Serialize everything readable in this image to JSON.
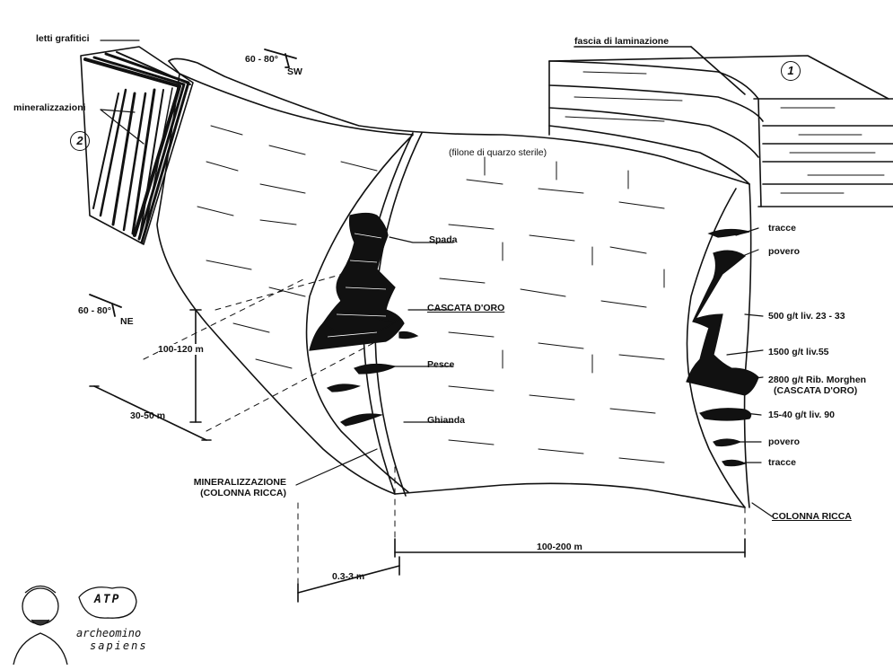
{
  "labels": {
    "letti_grafitici": "letti grafitici",
    "mineralizzazioni": "mineralizzazioni",
    "dip_sw_angle": "60 - 80°",
    "dip_sw_dir": "SW",
    "dip_ne_angle": "60 - 80°",
    "dip_ne_dir": "NE",
    "fascia": "fascia di laminazione",
    "filone": "(filone di quarzo sterile)",
    "circle_1": "1",
    "circle_2": "2",
    "spada": "Spada",
    "cascata": "CASCATA D'ORO",
    "pesce": "Pesce",
    "ghianda": "Ghianda",
    "mineralizzazione_line1": "MINERALIZZAZIONE",
    "mineralizzazione_line2": "(COLONNA RICCA)",
    "height": "100-120 m",
    "width_short": "30-50 m",
    "thickness": "0.3-3 m",
    "length": "100-200 m",
    "colonna_ricca": "COLONNA RICCA"
  },
  "grades": [
    {
      "text": "tracce"
    },
    {
      "text": "povero"
    },
    {
      "text": "500 g/t  liv. 23 - 33"
    },
    {
      "text": "1500 g/t  liv.55"
    },
    {
      "text": "2800 g/t  Rib. Morghen"
    },
    {
      "text": "(CASCATA D'ORO)"
    },
    {
      "text": "15-40 g/t  liv. 90"
    },
    {
      "text": "povero"
    },
    {
      "text": "tracce"
    }
  ],
  "signature": {
    "badge": "ATP",
    "line1": "archeomino",
    "line2": "sapiens"
  }
}
